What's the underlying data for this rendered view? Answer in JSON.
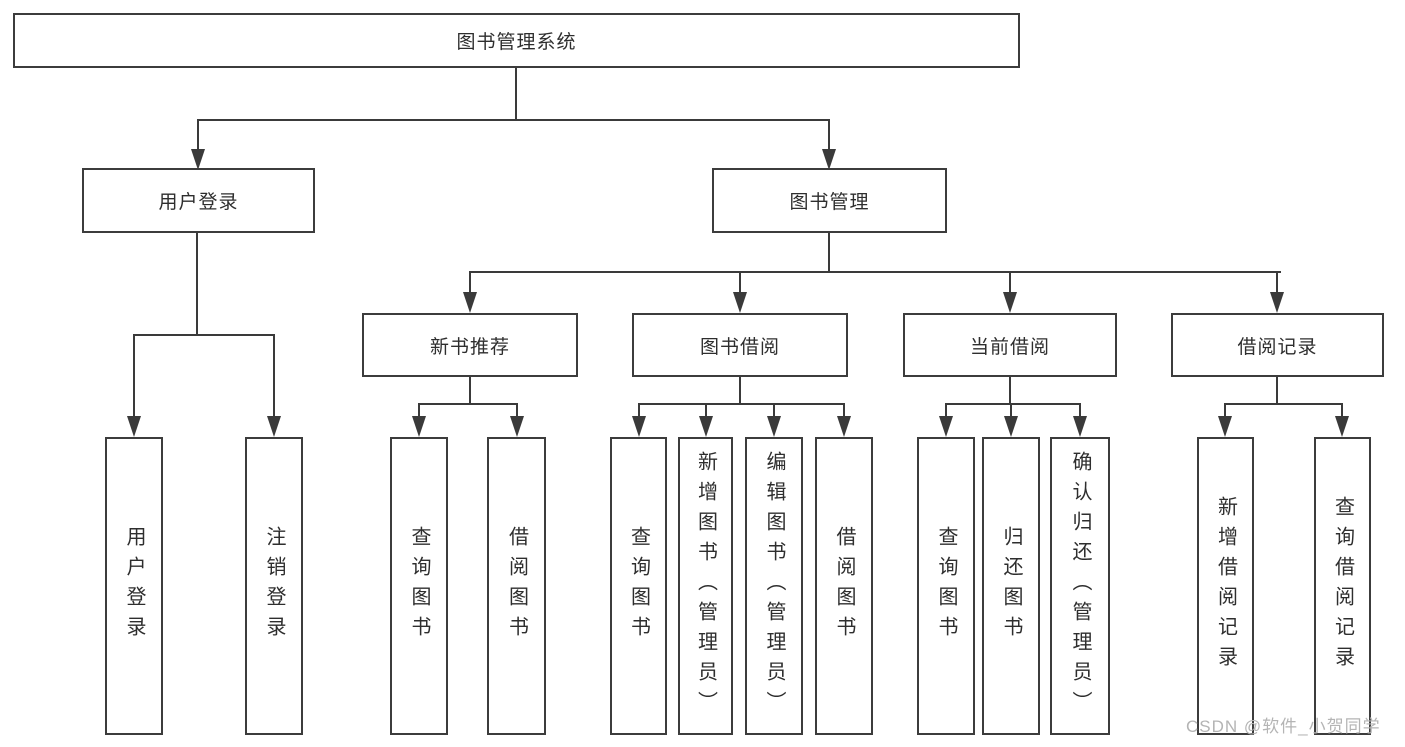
{
  "diagram": {
    "root": "图书管理系统",
    "level2": [
      "用户登录",
      "图书管理"
    ],
    "modules": [
      "新书推荐",
      "图书借阅",
      "当前借阅",
      "借阅记录"
    ],
    "leaves": {
      "user_login": [
        "用户登录",
        "注销登录"
      ],
      "new_books": [
        "查询图书",
        "借阅图书"
      ],
      "borrowing": [
        "查询图书",
        "新增图书（管理员）",
        "编辑图书（管理员）",
        "借阅图书"
      ],
      "current": [
        "查询图书",
        "归还图书",
        "确认归还（管理员）"
      ],
      "records": [
        "新增借阅记录",
        "查询借阅记录"
      ]
    }
  },
  "watermark": {
    "text": "CSDN @软件_小贺同学"
  },
  "colors": {
    "line": "#3a3a3a",
    "box_border": "#3c3c3c",
    "box_fill": "#ffffff",
    "text": "#2e2e2e",
    "watermark": "#b4b4b4",
    "bg": "#ffffff"
  }
}
